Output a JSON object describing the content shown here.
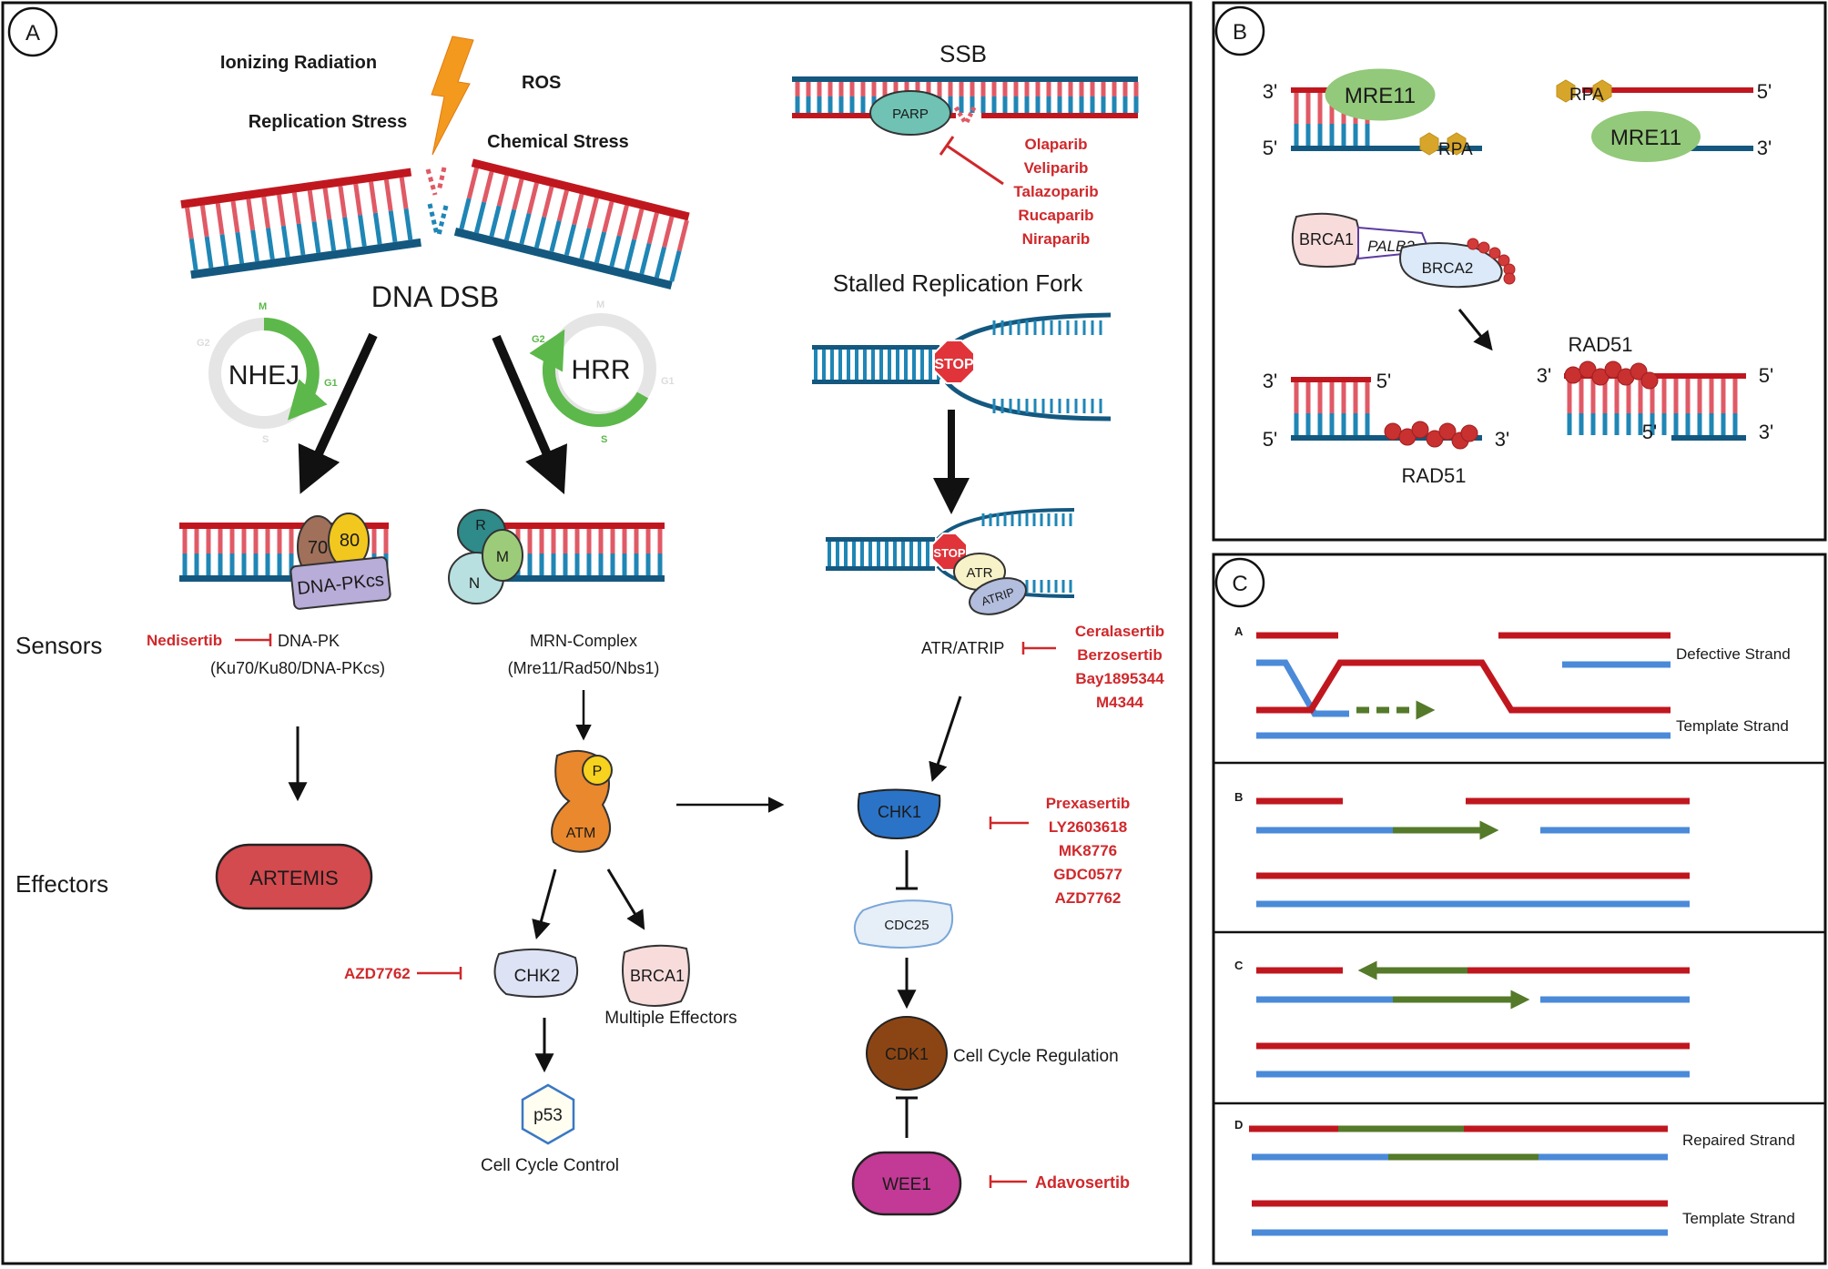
{
  "panels": {
    "a": "A",
    "b": "B",
    "c": "C"
  },
  "panel_a": {
    "stress": {
      "ionizing": "Ionizing Radiation",
      "ros": "ROS",
      "replication": "Replication Stress",
      "chemical": "Chemical Stress"
    },
    "dsb_label": "DNA DSB",
    "nhej": {
      "label": "NHEJ",
      "phases": {
        "m": "M",
        "g1": "G1",
        "s": "S",
        "g2": "G2"
      }
    },
    "hrr": {
      "label": "HRR",
      "phases": {
        "m": "M",
        "g1": "G1",
        "s": "S",
        "g2": "G2"
      }
    },
    "ssb": {
      "label": "SSB",
      "parp": "PARP",
      "drugs": [
        "Olaparib",
        "Veliparib",
        "Talazoparib",
        "Rucaparib",
        "Niraparib"
      ]
    },
    "fork": {
      "label": "Stalled Replication Fork",
      "stop": "STOP"
    },
    "dnapk": {
      "k70": "70",
      "k80": "80",
      "pkcs": "DNA-PKcs",
      "drug": "Nedisertib",
      "name": "DNA-PK",
      "sub": "(Ku70/Ku80/DNA-PKcs)"
    },
    "mrn": {
      "r": "R",
      "m": "M",
      "n": "N",
      "name": "MRN-Complex",
      "sub": "(Mre11/Rad50/Nbs1)"
    },
    "atr": {
      "stop": "STOP",
      "atr": "ATR",
      "atrip": "ATRIP",
      "name": "ATR/ATRIP",
      "drugs": [
        "Ceralasertib",
        "Berzosertib",
        "Bay1895344",
        "M4344"
      ]
    },
    "rows": {
      "sensors": "Sensors",
      "effectors": "Effectors"
    },
    "atm": {
      "p": "P",
      "name": "ATM"
    },
    "artemis": "ARTEMIS",
    "chk1": {
      "name": "CHK1",
      "drugs": [
        "Prexasertib",
        "LY2603618",
        "MK8776",
        "GDC0577",
        "AZD7762"
      ]
    },
    "cdc25": "CDC25",
    "cdk1": {
      "name": "CDK1",
      "caption": "Cell Cycle Regulation"
    },
    "wee1": {
      "name": "WEE1",
      "drug": "Adavosertib"
    },
    "chk2": {
      "name": "CHK2",
      "drug": "AZD7762"
    },
    "brca1": {
      "name": "BRCA1",
      "caption": "Multiple Effectors"
    },
    "p53": {
      "name": "p53",
      "caption": "Cell Cycle Control"
    }
  },
  "panel_b": {
    "mre11": "MRE11",
    "rpa": "RPA",
    "brca1": "BRCA1",
    "palb2": "PALB2",
    "brca2": "BRCA2",
    "rad51": "RAD51",
    "three_prime": "3'",
    "five_prime": "5'"
  },
  "panel_c": {
    "a": {
      "letter": "A",
      "top": "Defective Strand",
      "bottom": "Template Strand"
    },
    "b": {
      "letter": "B"
    },
    "c": {
      "letter": "C"
    },
    "d": {
      "letter": "D",
      "top": "Repaired Strand",
      "bottom": "Template Strand"
    }
  },
  "colors": {
    "dna_red": "#c0171f",
    "dna_pink": "#e05a66",
    "dna_blue": "#1f86b5",
    "dna_navy": "#14587f",
    "drug_red": "#d0282b",
    "cycle_green": "#5cb84a",
    "template_blue": "#4a8ad8",
    "repair_green": "#547a2a"
  }
}
